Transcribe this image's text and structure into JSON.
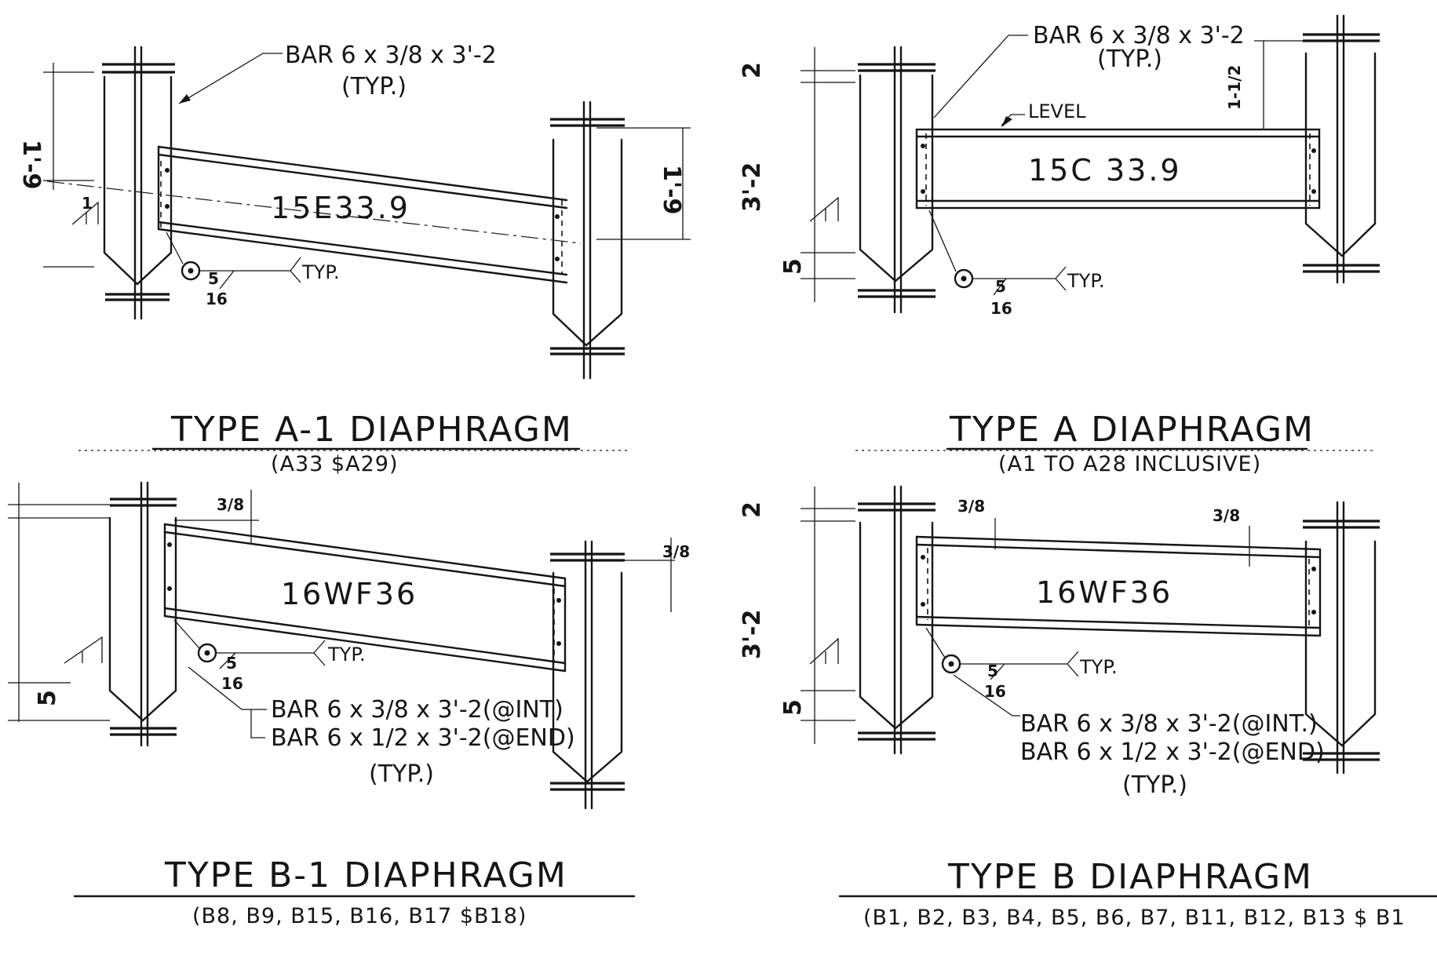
{
  "panels": {
    "a1": {
      "title": "TYPE A-1 DIAPHRAGM",
      "subtitle": "(A33 $A29)",
      "member": "15E33.9",
      "bar_note": "BAR 6 x 3/8 x 3'-2",
      "typ": "(TYP.)",
      "weld_typ": "TYP.",
      "weld_size_num": "5",
      "weld_size_den": "16",
      "dim_left": "1'-9",
      "dim_right": "1'-9",
      "slope": "1"
    },
    "a": {
      "title": "TYPE A DIAPHRAGM",
      "subtitle": "(A1 TO A28 INCLUSIVE)",
      "member": "15C 33.9",
      "bar_note": "BAR 6 x 3/8 x 3'-2",
      "typ": "(TYP.)",
      "level": "LEVEL",
      "weld_typ": "TYP.",
      "weld_size_num": "5",
      "weld_size_den": "16",
      "dim_vertical": "3'-2",
      "dim_top": "2",
      "dim_bottom": "5",
      "dim_right": "1-1/2"
    },
    "b1": {
      "title": "TYPE B-1 DIAPHRAGM",
      "subtitle": "(B8, B9, B15, B16, B17 $B18)",
      "member": "16WF36",
      "bar_note_int": "BAR 6 x 3/8 x 3'-2(@INT)",
      "bar_note_end": "BAR 6 x 1/2 x 3'-2(@END)",
      "typ": "(TYP.)",
      "weld_typ": "TYP.",
      "weld_size_num": "5",
      "weld_size_den": "16",
      "dim_bottom": "5",
      "dim_top_left": "3/8",
      "dim_top_right": "3/8"
    },
    "b": {
      "title": "TYPE B DIAPHRAGM",
      "subtitle": "(B1, B2, B3, B4, B5, B6, B7, B11, B12, B13 $ B1",
      "member": "16WF36",
      "bar_note_int": "BAR 6 x 3/8 x 3'-2(@INT.)",
      "bar_note_end": "BAR 6 x 1/2 x 3'-2(@END)",
      "typ": "(TYP.)",
      "weld_typ": "TYP.",
      "weld_size_num": "5",
      "weld_size_den": "16",
      "dim_vertical": "3'-2",
      "dim_top": "2",
      "dim_bottom": "5",
      "dim_top_left": "3/8",
      "dim_top_right": "3/8"
    }
  }
}
